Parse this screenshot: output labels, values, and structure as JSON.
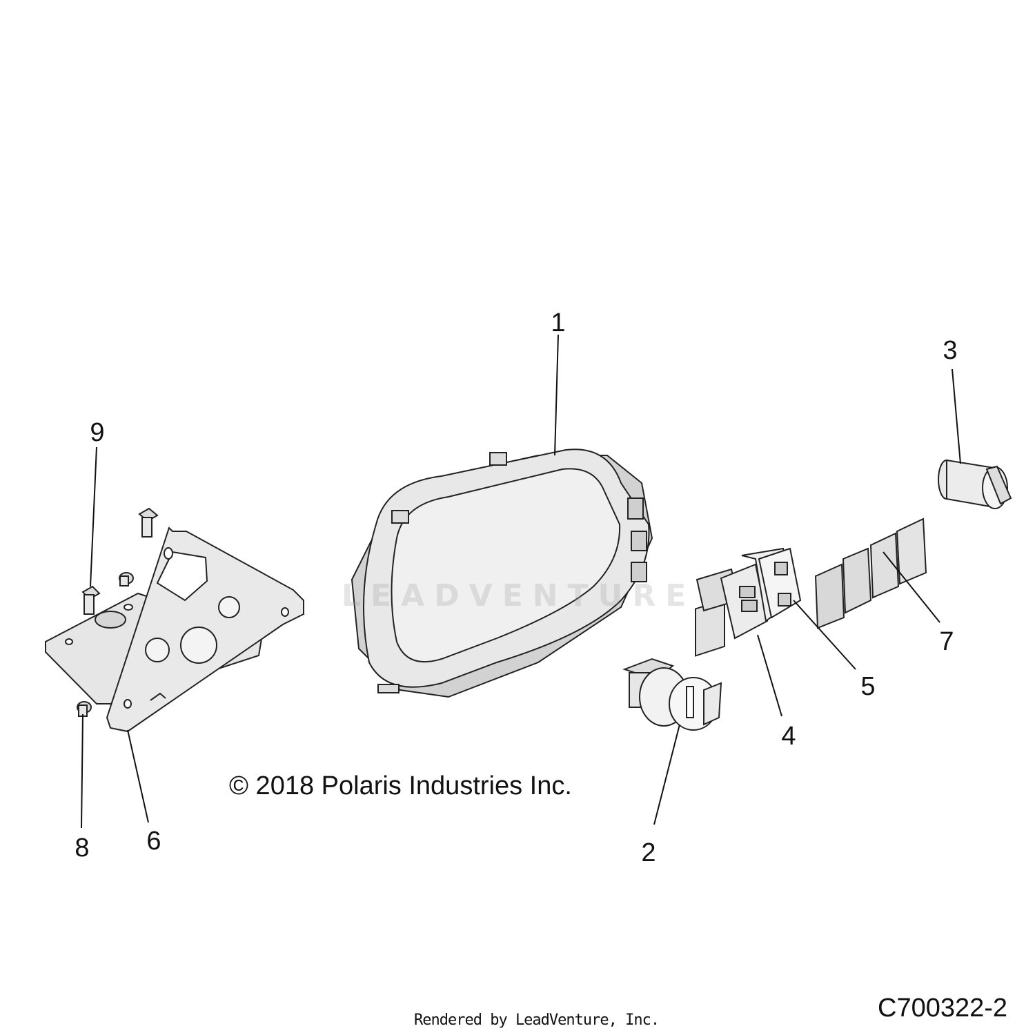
{
  "callouts": {
    "c1": "1",
    "c2": "2",
    "c3": "3",
    "c4": "4",
    "c5": "5",
    "c6": "6",
    "c7": "7",
    "c8": "8",
    "c9": "9"
  },
  "copyright": "© 2018 Polaris Industries Inc.",
  "diagram_id": "C700322-2",
  "rendered_by": "Rendered by LeadVenture, Inc.",
  "watermark": "LEADVENTURE",
  "colors": {
    "line": "#222222",
    "part_fill": "#e4e4e4",
    "part_shadow": "#c8c8c8",
    "background": "#ffffff"
  }
}
